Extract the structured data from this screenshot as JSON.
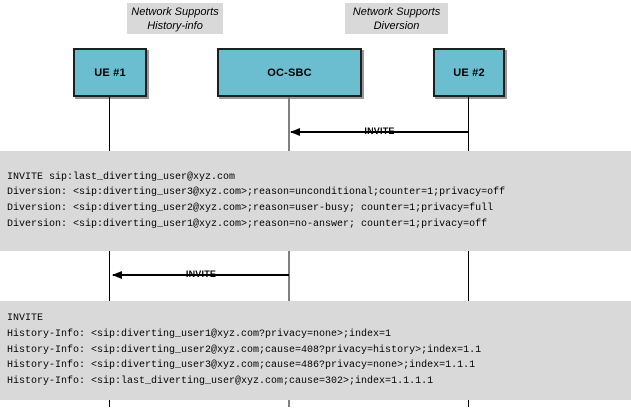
{
  "annotations": [
    {
      "line1": "Network Supports",
      "line2": "History-info"
    },
    {
      "line1": "Network Supports",
      "line2": "Diversion"
    }
  ],
  "actors": [
    {
      "label": "UE #1"
    },
    {
      "label": "OC-SBC"
    },
    {
      "label": "UE #2"
    }
  ],
  "messages": [
    {
      "label": "INVITE",
      "from": "UE #2",
      "to": "OC-SBC"
    },
    {
      "label": "INVITE",
      "from": "OC-SBC",
      "to": "UE #1"
    }
  ],
  "sip_blocks": [
    {
      "lines": [
        "INVITE sip:last_diverting_user@xyz.com",
        "Diversion: <sip:diverting_user3@xyz.com>;reason=unconditional;counter=1;privacy=off",
        "Diversion: <sip:diverting_user2@xyz.com>;reason=user-busy; counter=1;privacy=full",
        "Diversion: <sip:diverting_user1@xyz.com>;reason=no-answer; counter=1;privacy=off"
      ]
    },
    {
      "lines": [
        "INVITE",
        "History-Info: <sip:diverting_user1@xyz.com?privacy=none>;index=1",
        "History-Info: <sip:diverting_user2@xyz.com;cause=408?privacy=history>;index=1.1",
        "History-Info: <sip:diverting_user3@xyz.com;cause=486?privacy=none>;index=1.1.1",
        "History-Info: <sip:last_diverting_user@xyz.com;cause=302>;index=1.1.1.1"
      ]
    }
  ],
  "colors": {
    "actor_fill": "#6ABED0",
    "actor_border": "#1F1F1F",
    "shadow": "#999999",
    "panel_bg": "#D9D9D9",
    "lifeline_secondary": "#808080",
    "text": "#000000"
  }
}
